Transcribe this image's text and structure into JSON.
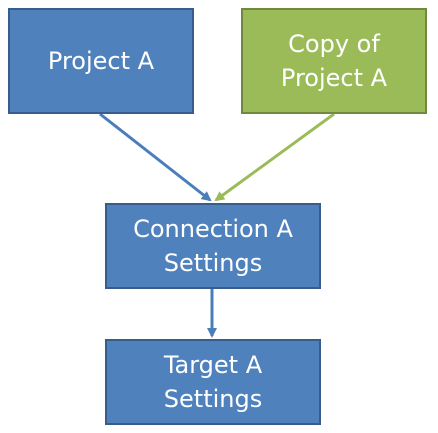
{
  "nodes": {
    "project_a": {
      "label": "Project A"
    },
    "copy_of_project_a": {
      "label": "Copy of\nProject A"
    },
    "connection_a_settings": {
      "label": "Connection A\nSettings"
    },
    "target_a_settings": {
      "label": "Target A\nSettings"
    }
  },
  "edges": [
    {
      "from": "project_a",
      "to": "connection_a_settings"
    },
    {
      "from": "copy_of_project_a",
      "to": "connection_a_settings"
    },
    {
      "from": "connection_a_settings",
      "to": "target_a_settings"
    }
  ],
  "colors": {
    "primary_fill": "#4f81bd",
    "primary_border": "#385d8a",
    "secondary_fill": "#9bbb59",
    "secondary_border": "#71893f",
    "blue_arrow": "#4a7ebb",
    "green_arrow": "#9bbb59",
    "text": "#ffffff"
  }
}
